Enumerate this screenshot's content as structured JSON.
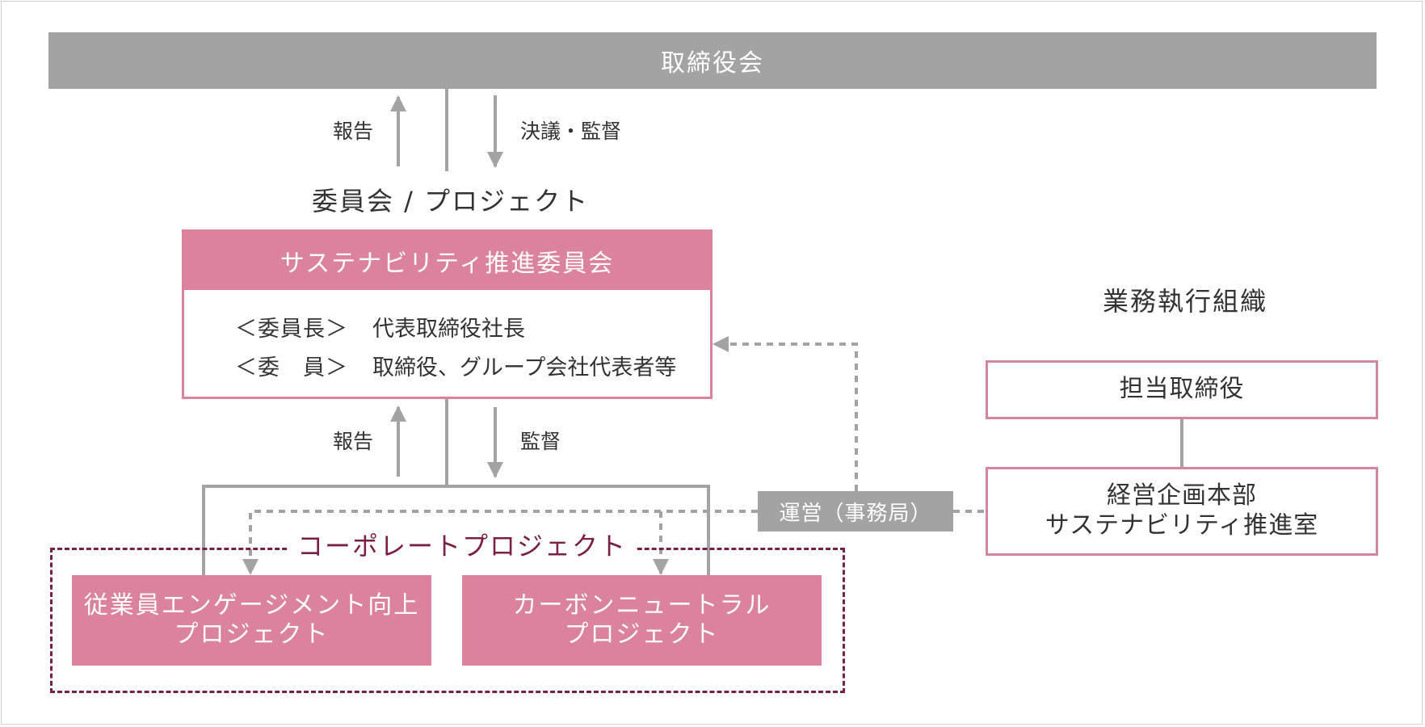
{
  "board": {
    "label": "取締役会"
  },
  "top_flow": {
    "report": "報告",
    "resolution": "決議・監督"
  },
  "committees_heading": "委員会 / プロジェクト",
  "sustainability_committee": {
    "title": "サステナビリティ推進委員会",
    "members": [
      {
        "role": "＜委員長＞",
        "value": "代表取締役社長"
      },
      {
        "role": "＜委　員＞",
        "value": "取締役、グループ会社代表者等"
      }
    ]
  },
  "mid_flow": {
    "report": "報告",
    "supervision": "監督"
  },
  "execution": {
    "heading": "業務執行組織",
    "director": "担当取締役",
    "office": {
      "line1": "経営企画本部",
      "line2": "サステナビリティ推進室"
    }
  },
  "secretariat": "運営（事務局）",
  "corporate_projects": {
    "title": "コーポレートプロジェクト",
    "projects": [
      {
        "line1": "従業員エンゲージメント向上",
        "line2": "プロジェクト"
      },
      {
        "line1": "カーボンニュートラル",
        "line2": "プロジェクト"
      }
    ]
  },
  "colors": {
    "board_gray": "#a3a3a3",
    "pink": "#db829c",
    "dashed_maroon": "#7a1f45",
    "line_gray": "#a3a3a3",
    "text": "#333333"
  }
}
